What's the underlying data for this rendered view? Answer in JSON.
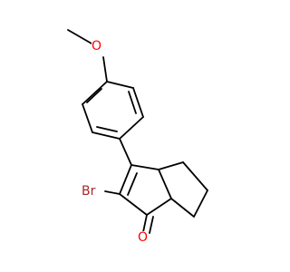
{
  "molecule": {
    "atoms": {
      "methoxy_oxygen": "O",
      "bromine": "Br",
      "carbonyl_oxygen": "O"
    },
    "colors": {
      "bond": "#000000",
      "oxygen": "#ff0000",
      "bromine": "#a52a2a"
    }
  }
}
